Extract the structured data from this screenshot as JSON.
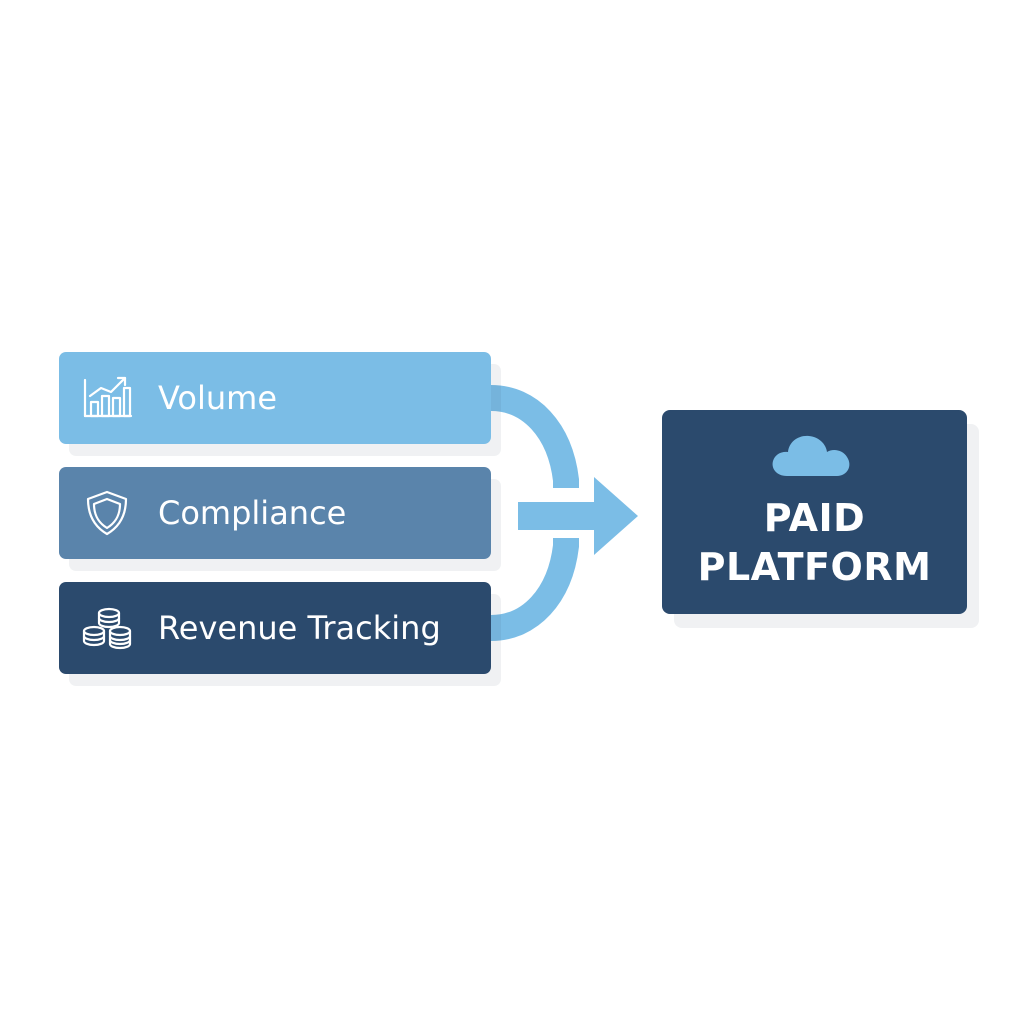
{
  "inputs": [
    {
      "label": "Volume",
      "icon": "bar-chart-growth-icon",
      "color": "#7bbde6",
      "text_color": "#ffffff"
    },
    {
      "label": "Compliance",
      "icon": "shield-icon",
      "color": "#5a84ab",
      "text_color": "#ffffff"
    },
    {
      "label": "Revenue Tracking",
      "icon": "coin-stack-icon",
      "color": "#2b4a6d",
      "text_color": "#ffffff"
    }
  ],
  "platform": {
    "title_line1": "PAID",
    "title_line2": "PLATFORM",
    "icon": "cloud-icon",
    "color": "#2b4a6d"
  },
  "connector_color": "#7bbde6"
}
